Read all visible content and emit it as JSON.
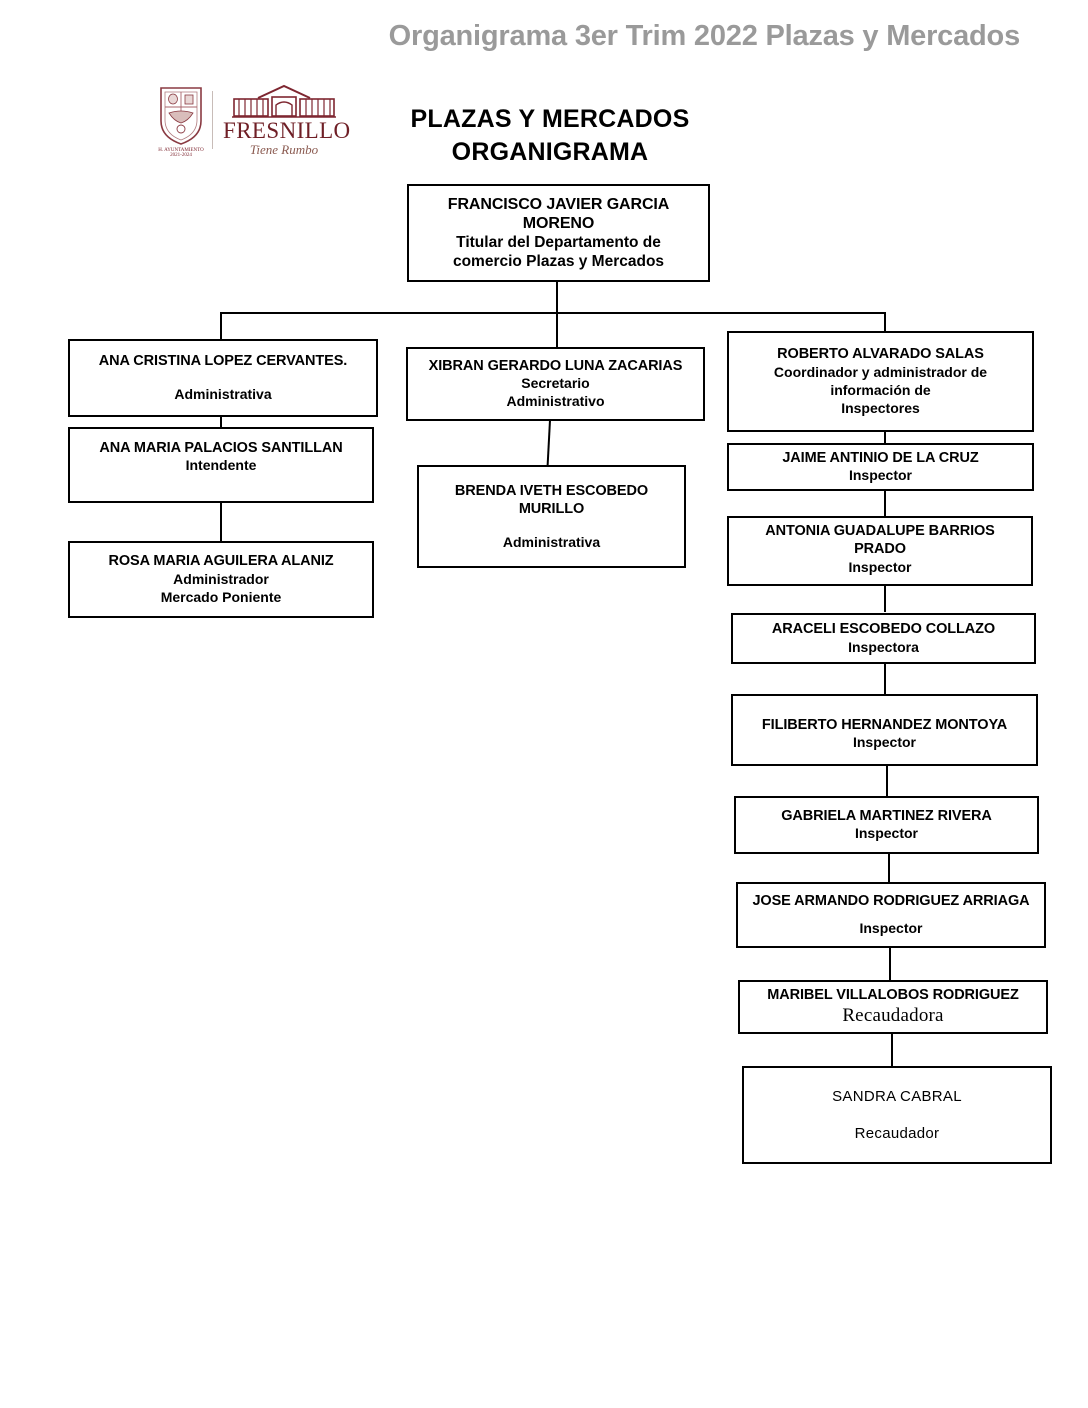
{
  "document": {
    "title": "Organigrama 3er Trim 2022 Plazas y Mercados",
    "title_color": "#9a9a9a"
  },
  "logo": {
    "name": "FRESNILLO",
    "tagline": "Tiene Rumbo",
    "crest_caption_line1": "H. AYUNTAMIENTO",
    "crest_caption_line2": "2021-2024",
    "brand_color": "#6f1f26"
  },
  "chart_heading": {
    "line1": "PLAZAS Y MERCADOS",
    "line2": "ORGANIGRAMA"
  },
  "nodes": {
    "root": {
      "name_line1": "FRANCISCO JAVIER GARCIA",
      "name_line2": "MORENO",
      "role_line1": "Titular del Departamento de",
      "role_line2": "comercio Plazas y Mercados"
    },
    "ana_cristina": {
      "name": "ANA CRISTINA LOPEZ CERVANTES.",
      "role": "Administrativa"
    },
    "ana_maria": {
      "name": "ANA MARIA PALACIOS SANTILLAN",
      "role": "Intendente"
    },
    "rosa_maria": {
      "name": "ROSA MARIA AGUILERA ALANIZ",
      "role_line1": "Administrador",
      "role_line2": "Mercado Poniente"
    },
    "xibran": {
      "name": "XIBRAN GERARDO LUNA ZACARIAS",
      "role_line1": "Secretario",
      "role_line2": "Administrativo"
    },
    "brenda": {
      "name_line1": "BRENDA IVETH ESCOBEDO",
      "name_line2": "MURILLO",
      "role": "Administrativa"
    },
    "roberto": {
      "name": "ROBERTO ALVARADO SALAS",
      "role_line1": "Coordinador y administrador de",
      "role_line2": "información de",
      "role_line3": "Inspectores"
    },
    "jaime": {
      "name": "JAIME ANTINIO DE LA CRUZ",
      "role": "Inspector"
    },
    "antonia": {
      "name_line1": "ANTONIA GUADALUPE BARRIOS",
      "name_line2": "PRADO",
      "role": "Inspector"
    },
    "araceli": {
      "name": "ARACELI ESCOBEDO COLLAZO",
      "role": "Inspectora"
    },
    "filiberto": {
      "name": "FILIBERTO HERNANDEZ MONTOYA",
      "role": "Inspector"
    },
    "gabriela": {
      "name": "GABRIELA MARTINEZ RIVERA",
      "role": "Inspector"
    },
    "jose_armando": {
      "name": "JOSE ARMANDO RODRIGUEZ ARRIAGA",
      "role": "Inspector"
    },
    "maribel": {
      "name": "MARIBEL VILLALOBOS RODRIGUEZ",
      "role": "Recaudadora"
    },
    "sandra": {
      "name": "SANDRA CABRAL",
      "role": "Recaudador"
    }
  }
}
